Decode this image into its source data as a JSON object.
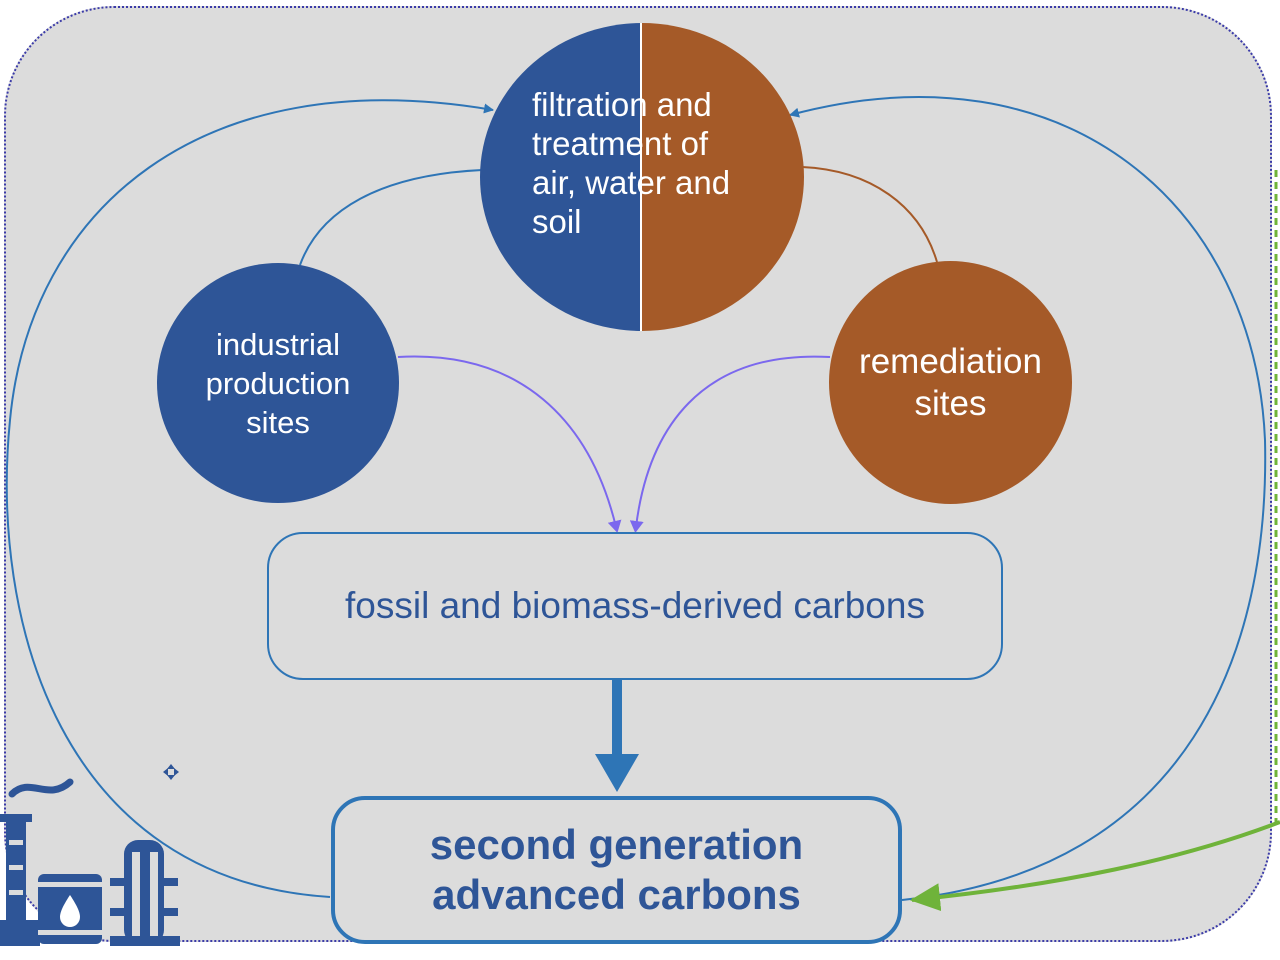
{
  "diagram": {
    "filtration_node": {
      "label_line1": "filtration and",
      "label_line2": "treatment of",
      "label_line3": "air, water and",
      "label_line4": "soil",
      "color_left": "#2e5597",
      "color_right": "#a55a28"
    },
    "industrial_node": {
      "label_line1": "industrial",
      "label_line2": "production",
      "label_line3": "sites",
      "color": "#2e5597"
    },
    "remediation_node": {
      "label_line1": "remediation",
      "label_line2": "sites",
      "color": "#a55a28"
    },
    "fossil_box": {
      "label": "fossil and biomass-derived carbons"
    },
    "second_gen_box": {
      "label_line1": "second generation",
      "label_line2": "advanced carbons"
    },
    "colors": {
      "panel_background": "#dcdcdc",
      "panel_border": "#3b3ba8",
      "connector_blue": "#2e75b6",
      "connector_purple": "#7b68ee",
      "connector_green": "#6fb33a",
      "text_blue": "#2e5597"
    },
    "icons": [
      "factory-icon",
      "oil-barrel-icon",
      "refinery-tank-icon",
      "move-cursor-icon"
    ]
  }
}
